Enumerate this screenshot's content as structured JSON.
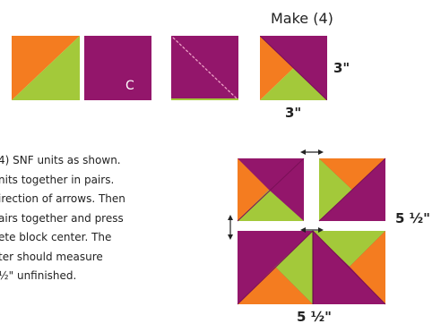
{
  "make_label": "Make (4)",
  "unit_side_label": "3\"",
  "unit_bottom_label": "3\"",
  "square_c_label": "C",
  "instructions": [
    "4) SNF units as shown.",
    "nits together in pairs.",
    "irection of arrows. Then",
    "airs together and press",
    "ete block center. The",
    "ter should measure",
    "½\" unfinished."
  ],
  "block_side_label": "5 ½\"",
  "block_bottom_label": "5 ½\"",
  "colors": {
    "magenta": "#93166b",
    "orange": "#f47c20",
    "lime": "#a3c93a",
    "stitch_line": "#f0a3c8"
  }
}
